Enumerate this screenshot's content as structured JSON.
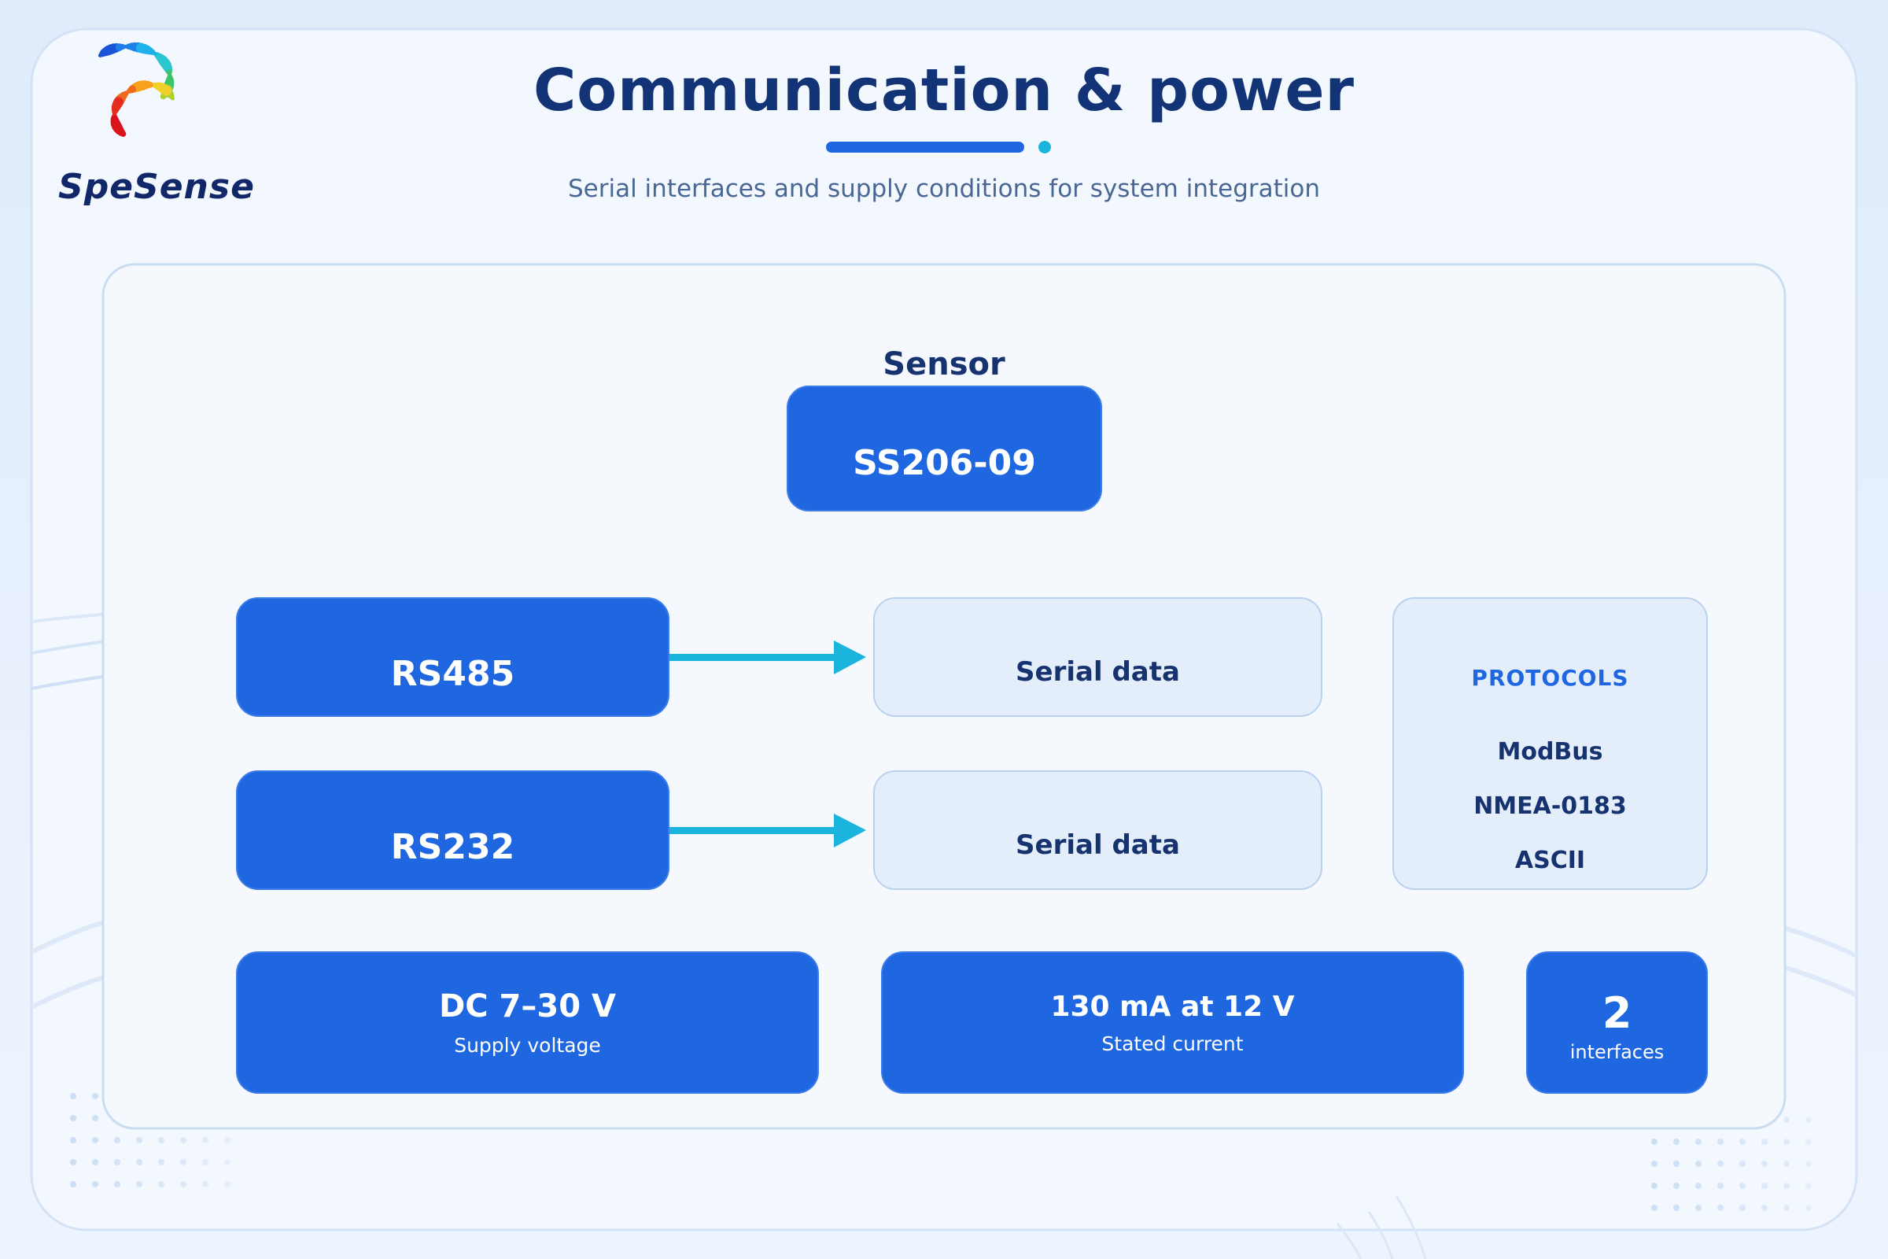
{
  "header": {
    "title": "Communication & power",
    "subtitle": "Serial interfaces and supply conditions for system integration",
    "brand": "SpeSense"
  },
  "colors": {
    "accent": "#1f67e0",
    "arrow": "#1bb4dd",
    "title": "#123375",
    "panel_bg": "#f5f9fe"
  },
  "diagram": {
    "sensor_caption": "Sensor",
    "sensor_model": "SS206-09",
    "interfaces": [
      {
        "name": "RS485",
        "output": "Serial data"
      },
      {
        "name": "RS232",
        "output": "Serial data"
      }
    ],
    "protocols": {
      "heading": "PROTOCOLS",
      "items": [
        "ModBus",
        "NMEA-0183",
        "ASCII"
      ]
    }
  },
  "specs": {
    "voltage": {
      "value": "DC 7–30 V",
      "label": "Supply voltage"
    },
    "current": {
      "value": "130 mA at 12 V",
      "label": "Stated current"
    },
    "interfaces": {
      "value": "2",
      "label": "interfaces"
    }
  }
}
